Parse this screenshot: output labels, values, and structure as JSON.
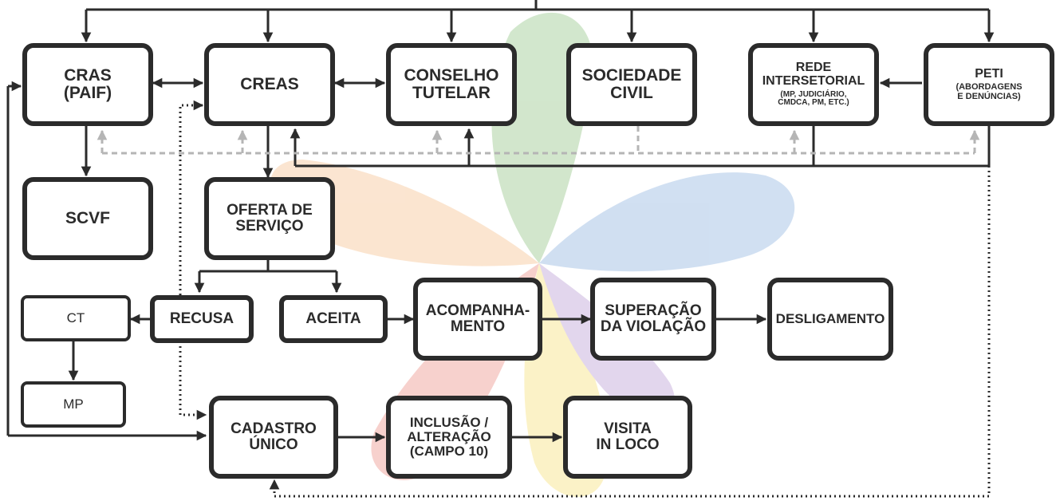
{
  "nodes": {
    "cras": "CRAS\n(PAIF)",
    "creas": "CREAS",
    "conselho": "CONSELHO\nTUTELAR",
    "sociedade": "SOCIEDADE\nCIVIL",
    "rede_title": "REDE\nINTERSETORIAL",
    "rede_sub": "(MP, JUDICIÁRIO,\nCMDCA, PM, ETC.)",
    "peti_title": "PETI",
    "peti_sub": "(ABORDAGENS\nE DENÚNCIAS)",
    "scvf": "SCVF",
    "oferta": "OFERTA DE\nSERVIÇO",
    "recusa": "RECUSA",
    "aceita": "ACEITA",
    "acompanhamento": "ACOMPANHA-\nMENTO",
    "superacao": "SUPERAÇÃO\nDA VIOLAÇÃO",
    "desligamento": "DESLIGAMENTO",
    "ct": "CT",
    "mp": "MP",
    "cadastro": "CADASTRO\nÚNICO",
    "inclusao": "INCLUSÃO /\nALTERAÇÃO\n(CAMPO 10)",
    "visita": "VISITA\nIN LOCO"
  },
  "colors": {
    "line": "#2b2b2b",
    "dashed": "#b5b5b5",
    "petal_green": "#5fa84a",
    "petal_blue": "#5b8fd0",
    "petal_orange": "#f2a35a",
    "petal_yellow": "#f3d23b",
    "petal_red": "#e2584c",
    "petal_purple": "#9a6fbf"
  }
}
